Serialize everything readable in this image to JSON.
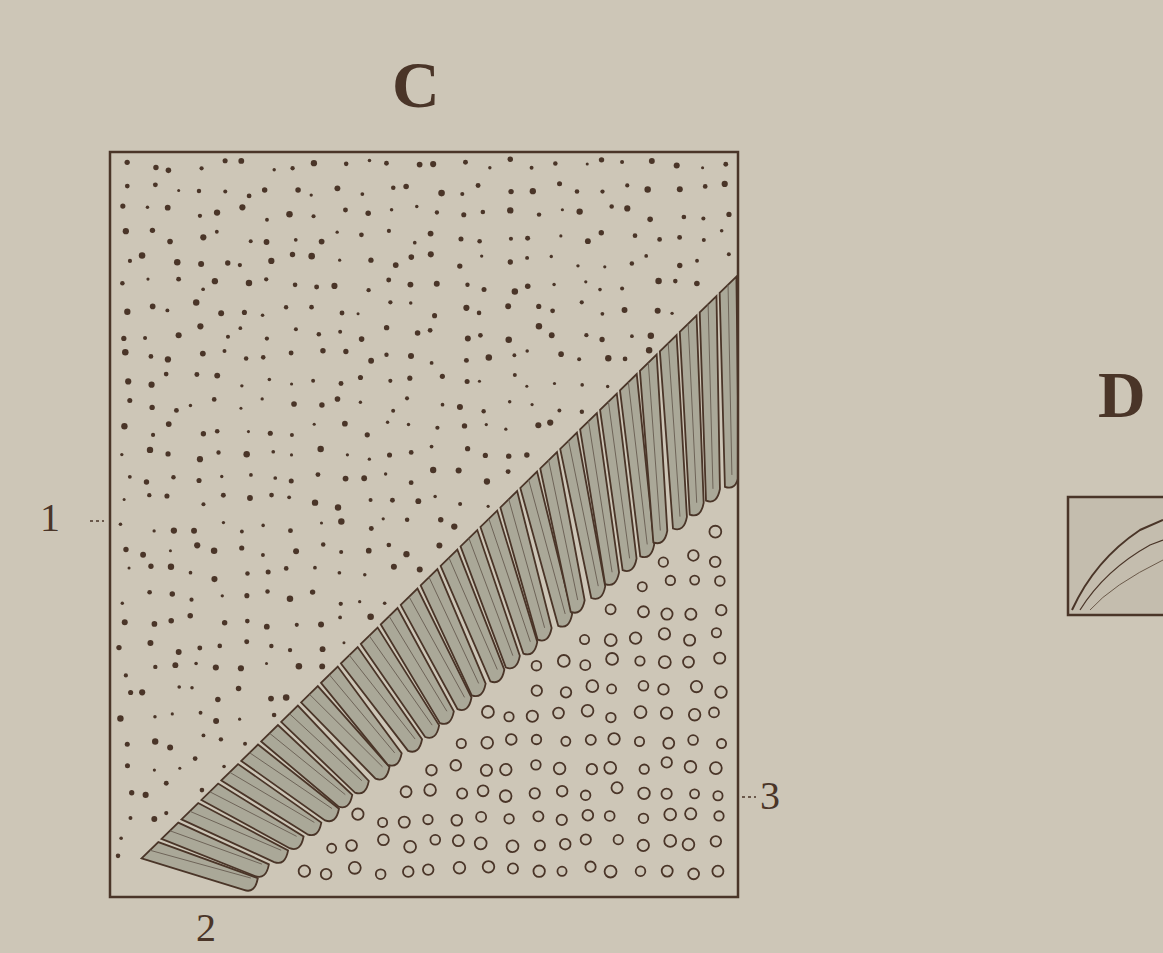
{
  "diagram": {
    "labels": [
      "C",
      "1",
      "2",
      "3",
      "D"
    ]
  }
}
